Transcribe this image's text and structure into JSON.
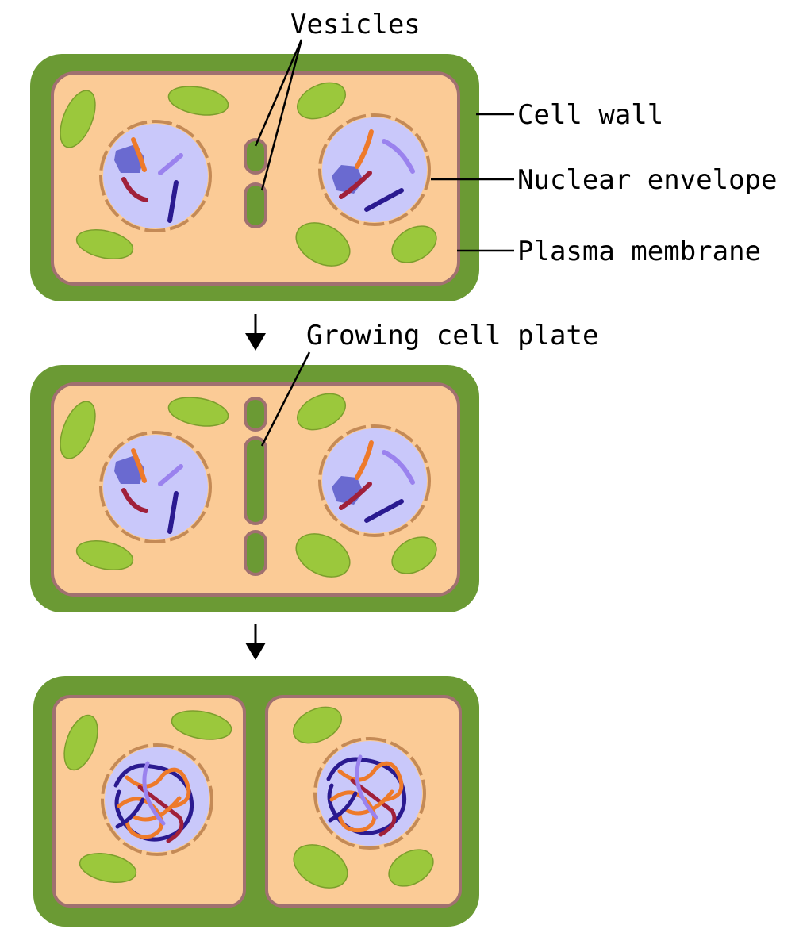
{
  "labels": {
    "vesicles": "Vesicles",
    "cell_wall": "Cell wall",
    "nuclear_envelope": "Nuclear envelope",
    "plasma_membrane": "Plasma membrane",
    "growing_cell_plate": "Growing cell plate"
  },
  "stages": [
    {
      "id": "vesicles-fusing",
      "phase": "vesicles"
    },
    {
      "id": "cell-plate-growing",
      "phase": "plate"
    },
    {
      "id": "cells-separated",
      "phase": "divided"
    }
  ],
  "colors": {
    "cell_wall": "#6b9a34",
    "cytoplasm": "#fbcb96",
    "membrane": "#a07070",
    "chloroplast": "#9bc83c",
    "nucleoplasm": "#c9c8fa",
    "nuclear_envelope": "#c48a56",
    "nucleolus": "#6a6ad0",
    "chromosome_orange": "#ee7a2a",
    "chromosome_red": "#a0203a",
    "chromosome_violet": "#9a82ee",
    "chromosome_navy": "#2a1a90",
    "arrow": "#000000"
  }
}
